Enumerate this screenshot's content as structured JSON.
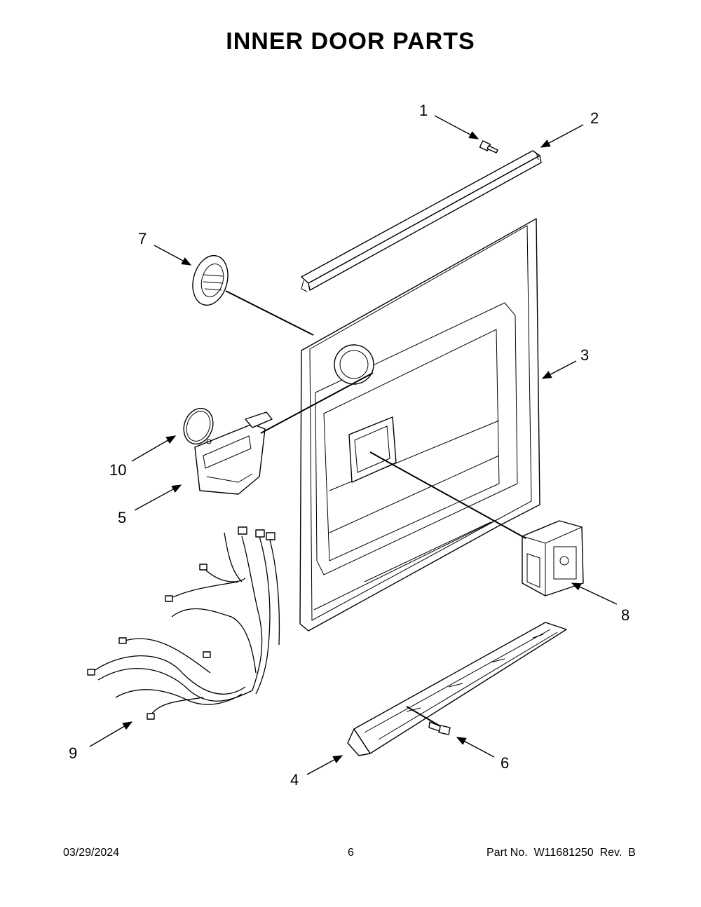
{
  "page": {
    "title": "INNER DOOR PARTS",
    "footer": {
      "date": "03/29/2024",
      "page_number": "6",
      "part_no": "Part No.  W11681250  Rev.  B"
    }
  },
  "callouts": [
    {
      "id": "1",
      "label": "1"
    },
    {
      "id": "2",
      "label": "2"
    },
    {
      "id": "3",
      "label": "3"
    },
    {
      "id": "4",
      "label": "4"
    },
    {
      "id": "5",
      "label": "5"
    },
    {
      "id": "6",
      "label": "6"
    },
    {
      "id": "7",
      "label": "7"
    },
    {
      "id": "8",
      "label": "8"
    },
    {
      "id": "9",
      "label": "9"
    },
    {
      "id": "10",
      "label": "10"
    }
  ]
}
